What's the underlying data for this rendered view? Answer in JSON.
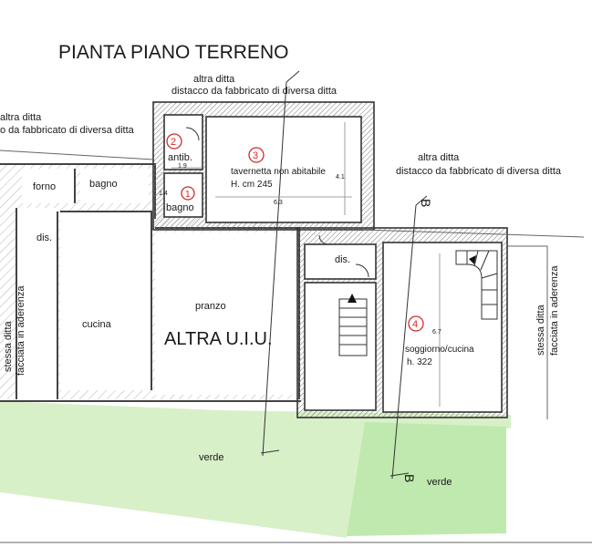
{
  "title": "PIANTA PIANO TERRENO",
  "neighbours": {
    "top_line1": "altra ditta",
    "top_line2": "distacco da fabbricato di diversa ditta",
    "left_line1": "altra ditta",
    "left_line2": "o da fabbricato di diversa ditta",
    "right_line1": "altra ditta",
    "right_line2": "distacco da fabbricato di diversa ditta",
    "side_left_line1": "stessa ditta",
    "side_left_line2": "facciata in aderenza",
    "side_right_line1": "stessa ditta",
    "side_right_line2": "facciata in aderenza"
  },
  "rooms": {
    "forno": "forno",
    "bagno_left": "bagno",
    "dis_left": "dis.",
    "cucina": "cucina",
    "pranzo": "pranzo",
    "altra_uiu": "ALTRA U.I.U.",
    "antib": "antib.",
    "bagno_1": "bagno",
    "tavernetta": "tavernetta non abitabile",
    "tavernetta_h": "H. cm  245",
    "dis_center": "dis.",
    "soggiorno": "soggiorno/cucina",
    "soggiorno_h": "h. 322",
    "verde_left": "verde",
    "verde_right": "verde"
  },
  "markers": {
    "m1": "1",
    "m2": "2",
    "m3": "3",
    "m4": "4"
  },
  "section_labels": {
    "b_top": "B",
    "b_bottom": "B"
  },
  "dimensions": {
    "d1": "1.9",
    "d2": "6.3",
    "d3": "4.1",
    "d4": "6.7",
    "d5": "1.4"
  },
  "colors": {
    "wall": "#444444",
    "hatch": "#9a9a9a",
    "green_zone": "#d8f0c8",
    "green_private": "#c4ecb4",
    "marker": "#d42a2a"
  }
}
